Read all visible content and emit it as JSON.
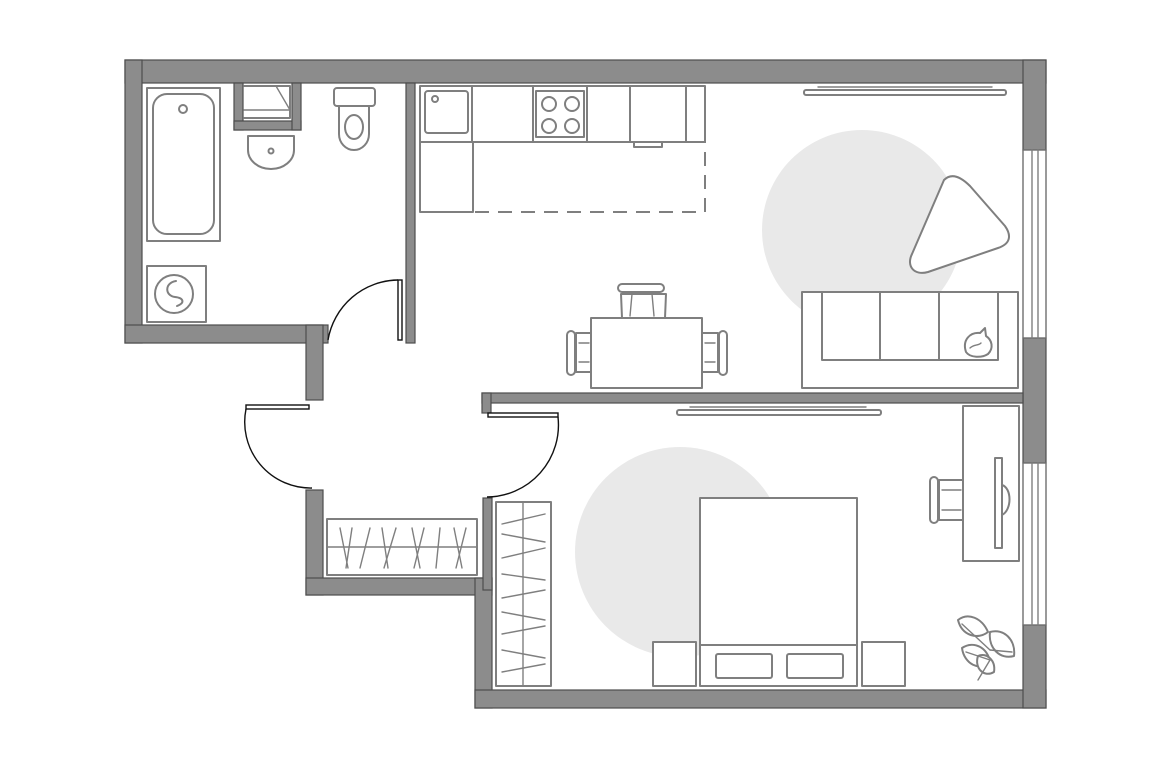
{
  "plan": {
    "type": "one-bedroom apartment floor plan",
    "colors": {
      "wall": "#8c8c8c",
      "outline": "#7f7f7f",
      "rug": "#e9e9e9",
      "door": "#111111"
    }
  },
  "rooms": {
    "bathroom": {
      "fixtures": [
        "bathtub",
        "sink",
        "toilet",
        "washing-machine",
        "cabinet"
      ]
    },
    "kitchen_living": {
      "fixtures": [
        "kitchen-sink",
        "cooktop",
        "kitchen-counter",
        "dining-table",
        "dining-chairs",
        "sofa",
        "cushion",
        "coffee-table",
        "rug",
        "wall-radiator"
      ]
    },
    "hallway": {
      "fixtures": [
        "entrance-door",
        "wardrobe",
        "wardrobe"
      ]
    },
    "bedroom": {
      "fixtures": [
        "double-bed",
        "pillows",
        "nightstands",
        "desk",
        "monitor",
        "desk-chair",
        "plant",
        "rug",
        "wall-radiator"
      ]
    }
  },
  "icons": [
    "bathtub-icon",
    "toilet-icon",
    "sink-icon",
    "washing-machine-icon",
    "cooktop-icon",
    "sofa-icon",
    "bed-icon",
    "plant-icon",
    "cat-icon",
    "chair-icon",
    "door-icon"
  ]
}
